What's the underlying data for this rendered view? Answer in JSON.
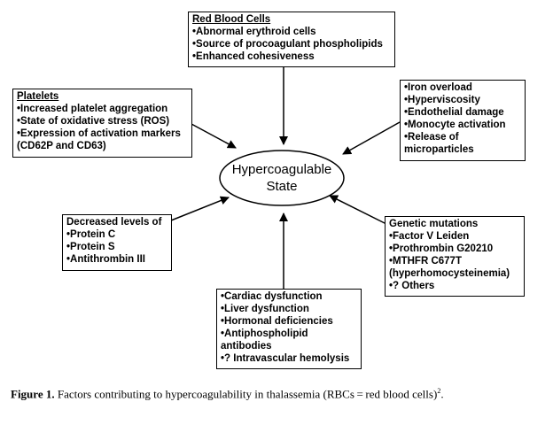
{
  "center": {
    "line1": "Hypercoagulable",
    "line2": "State"
  },
  "boxes": {
    "rbc": {
      "title": "Red Blood Cells",
      "items": [
        "•Abnormal erythroid cells",
        "•Source of procoagulant phospholipids",
        "•Enhanced cohesiveness"
      ]
    },
    "platelets": {
      "title": "Platelets",
      "items": [
        "•Increased platelet aggregation",
        "•State of oxidative stress (ROS)",
        "•Expression of activation markers",
        "(CD62P and CD63)"
      ]
    },
    "iron": {
      "items": [
        "•Iron overload",
        "•Hyperviscosity",
        "•Endothelial damage",
        "•Monocyte activation",
        "•Release of",
        "microparticles"
      ]
    },
    "decreased": {
      "title": "Decreased levels of",
      "items": [
        "•Protein C",
        "•Protein S",
        "•Antithrombin III"
      ]
    },
    "genetic": {
      "title": "Genetic mutations",
      "items": [
        "•Factor V Leiden",
        "•Prothrombin G20210",
        "•MTHFR C677T",
        "(hyperhomocysteinemia)",
        "•? Others"
      ]
    },
    "organ": {
      "items": [
        "•Cardiac dysfunction",
        "•Liver dysfunction",
        "•Hormonal deficiencies",
        "•Antiphospholipid",
        "antibodies",
        "•? Intravascular hemolysis"
      ]
    }
  },
  "caption": {
    "label": "Figure 1.",
    "text": " Factors contributing to hypercoagulability in thalassemia (RBCs = red blood cells)",
    "ref": "2",
    "end": "."
  }
}
